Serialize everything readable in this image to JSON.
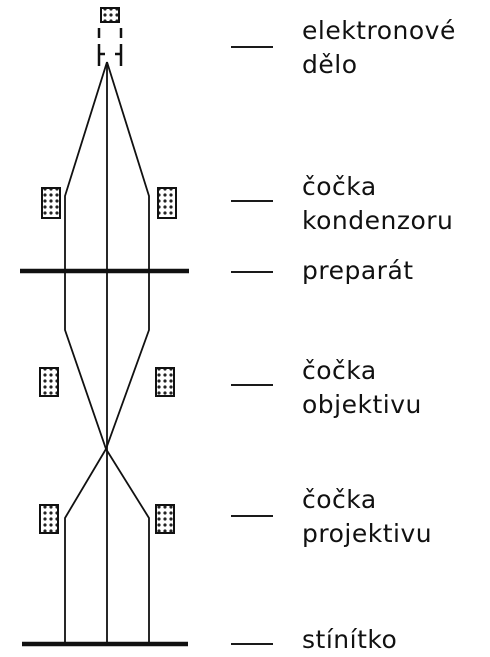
{
  "labels": {
    "electron_gun": [
      "elektronové",
      "dělo"
    ],
    "condenser_lens": [
      "čočka",
      "kondenzoru"
    ],
    "specimen": [
      "preparát"
    ],
    "objective_lens": [
      "čočka",
      "objektivu"
    ],
    "projective_lens": [
      "čočka",
      "projektivu"
    ],
    "screen": [
      "stínítko"
    ]
  },
  "colors": {
    "ink": "#111111",
    "background": "#ffffff"
  }
}
